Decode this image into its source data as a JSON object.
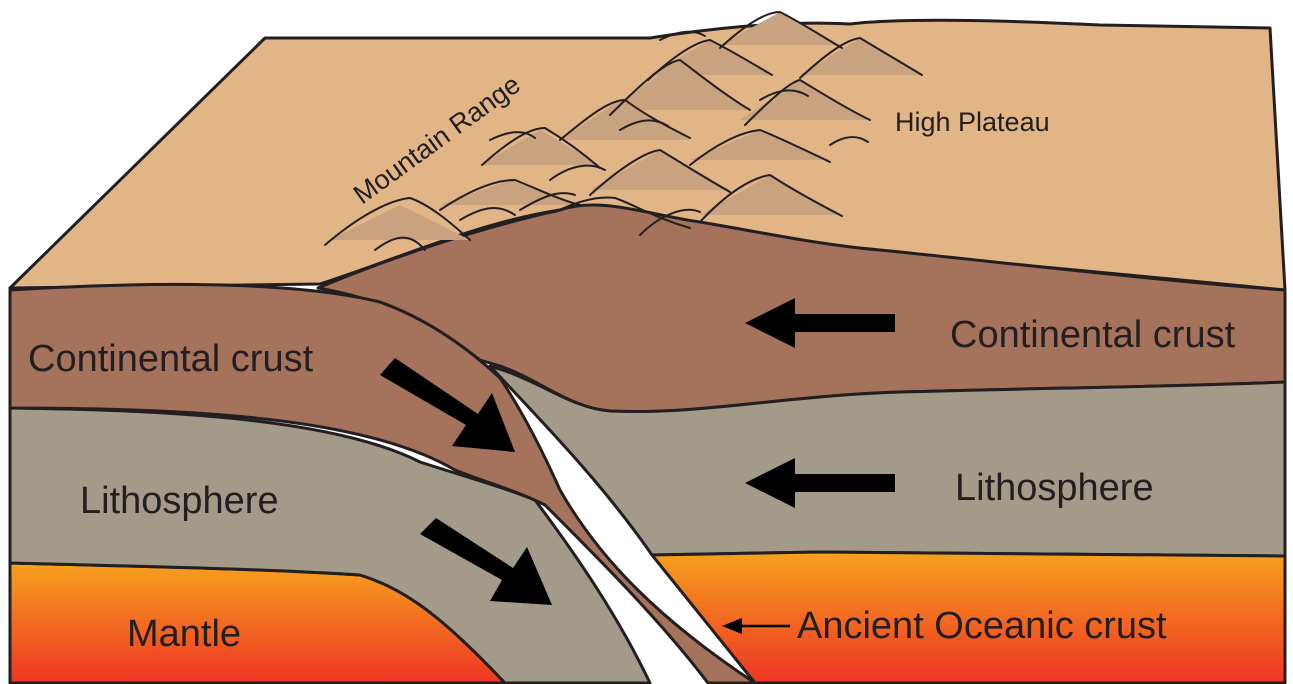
{
  "labels": {
    "mountain_range": "Mountain Range",
    "high_plateau": "High Plateau",
    "continental_crust_right": "Continental crust",
    "continental_crust_left": "Continental crust",
    "lithosphere_left": "Lithosphere",
    "lithosphere_right": "Lithosphere",
    "mantle": "Mantle",
    "ancient_oceanic_crust": "Ancient Oceanic crust"
  },
  "colors": {
    "plateau_surface": "#e2b586",
    "continental_crust": "#a5735c",
    "lithosphere": "#a49a8a",
    "mantle_top": "#f7a11e",
    "mantle_bottom": "#ee3524",
    "arrow": "#000000",
    "outline": "#231f20"
  }
}
